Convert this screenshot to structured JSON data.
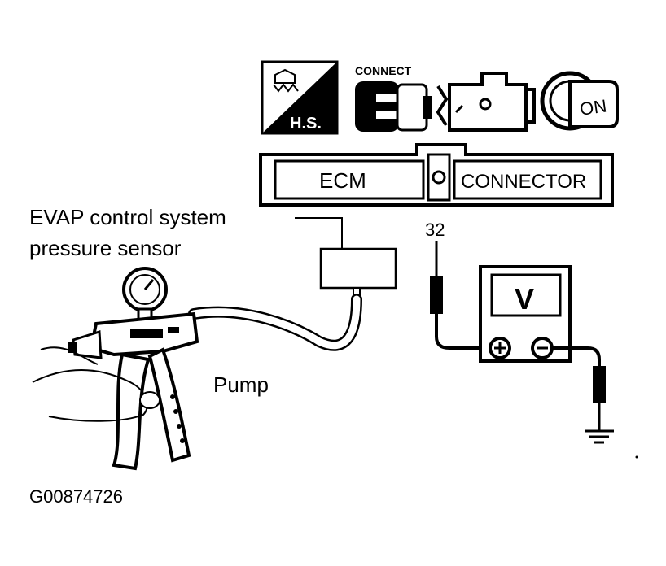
{
  "icons": [
    {
      "name": "hood-open-icon",
      "label": "H.S."
    },
    {
      "name": "connector-icon",
      "label": "CONNECT"
    },
    {
      "name": "engine-icon",
      "label": ""
    },
    {
      "name": "ignition-key-icon",
      "label": "ON"
    }
  ],
  "ecm_connector": {
    "left_label": "ECM",
    "right_label": "CONNECTOR"
  },
  "sensor": {
    "label_line1": "EVAP control system",
    "label_line2": "pressure sensor"
  },
  "pump": {
    "label": "Pump"
  },
  "meter": {
    "terminal_label": "32",
    "display": "V",
    "positive": "+",
    "negative": "−"
  },
  "figure_id": "G00874726"
}
